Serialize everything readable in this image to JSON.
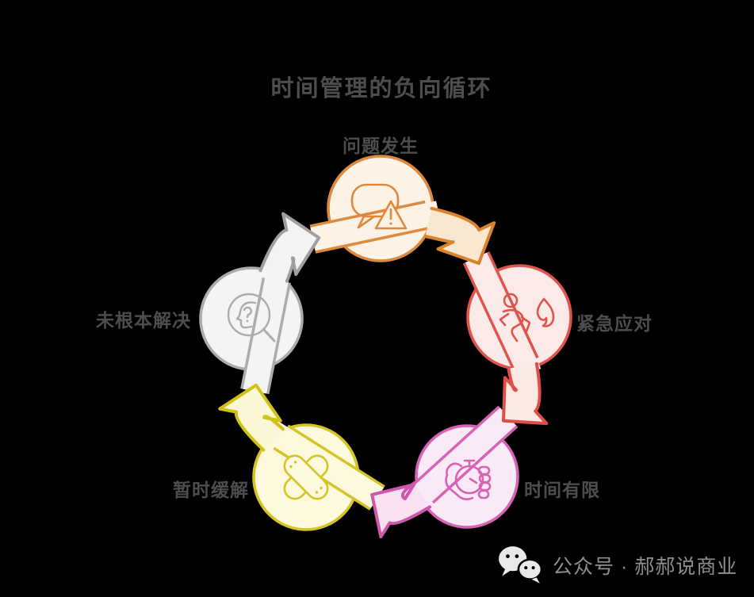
{
  "title": {
    "text": "时间管理的负向循环",
    "color": "#4d4d4d"
  },
  "label_color": "#4d4d4d",
  "background": "#000000",
  "nodes": [
    {
      "label": "问题发生",
      "icon": "speech-bubble-warning-icon",
      "fill": "#fcf2e6",
      "stroke": "#dd8a3f",
      "arrow_fill": "#fae7cf",
      "arrow_stroke": "#d9822f"
    },
    {
      "label": "紧急应对",
      "icon": "running-person-fire-icon",
      "fill": "#fbeae8",
      "stroke": "#e0544e",
      "arrow_fill": "#fbe9e4",
      "arrow_stroke": "#df4f48"
    },
    {
      "label": "时间有限",
      "icon": "hand-stopwatch-icon",
      "fill": "#fae9f6",
      "stroke": "#d664b4",
      "arrow_fill": "#f8e2f2",
      "arrow_stroke": "#cf57ae"
    },
    {
      "label": "暂时缓解",
      "icon": "crossed-bandages-icon",
      "fill": "#fcf9dc",
      "stroke": "#d5c426",
      "arrow_fill": "#fbf7d5",
      "arrow_stroke": "#d2c115"
    },
    {
      "label": "未根本解决",
      "icon": "head-magnifier-icon",
      "fill": "#f4f4f4",
      "stroke": "#acacac",
      "arrow_fill": "#f3f3f3",
      "arrow_stroke": "#9f9f9f"
    }
  ],
  "footer": {
    "text": "公众号 · 郝郝说商业",
    "icon": "wechat-icon",
    "color": "#8f8f8f"
  }
}
